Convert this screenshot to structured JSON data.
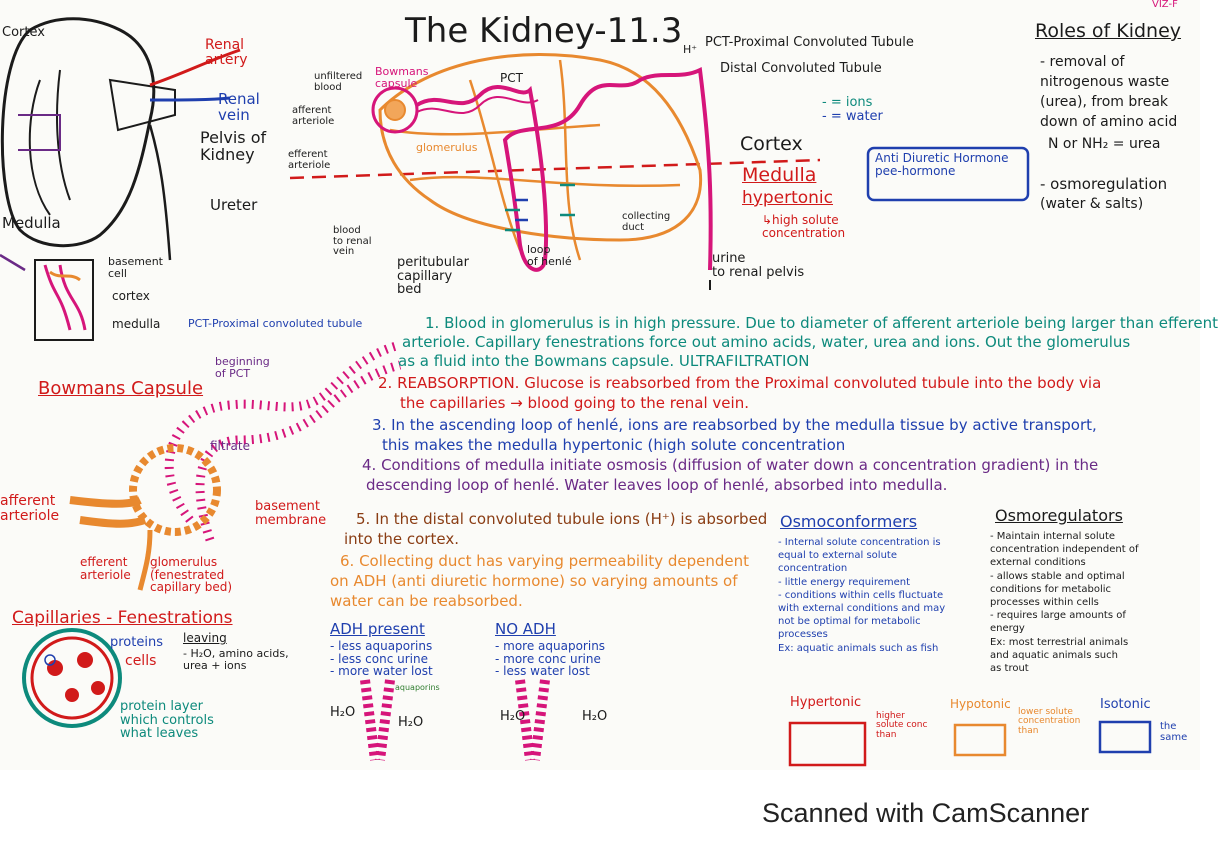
{
  "title": "The Kidney-11.3",
  "corner_logo": "VIZ-F",
  "kidney": {
    "cortex": "Cortex",
    "renal_artery": "Renal\nartery",
    "renal_vein": "Renal\nvein",
    "pelvis": "Pelvis of\nKidney",
    "ureter": "Ureter",
    "medulla": "Medulla",
    "basement_cell": "basement\ncell",
    "cortex2": "cortex",
    "medulla2": "medulla",
    "pct_note": "PCT-Proximal convoluted tubule"
  },
  "nephron": {
    "unfiltered_blood": "unfiltered\nblood",
    "bowmans_capsule": "Bowmans\ncapsule",
    "pct": "PCT",
    "afferent": "afferent\narteriole",
    "glomerulus": "glomerulus",
    "efferent": "efferent\narteriole",
    "h_plus": "H⁺",
    "pct_full": "PCT-Proximal Convoluted Tubule",
    "dct_full": "Distal Convoluted Tubule",
    "ions": "- = ions",
    "water": "- = water",
    "cortex": "Cortex",
    "medulla": "Medulla",
    "hypertonic": "hypertonic",
    "high_solute": "↳high solute\nconcentration",
    "collecting_duct": "collecting\nduct",
    "loop": "loop\nof henlé",
    "urine": "urine\nto renal pelvis",
    "blood_to_vein": "blood\nto renal\nvein",
    "peritubular": "peritubular\ncapillary\nbed",
    "adh": "Anti Diuretic Hormone\npee-hormone"
  },
  "roles": {
    "title": "Roles of Kidney",
    "lines": [
      "- removal of",
      "nitrogenous waste",
      "(urea), from break",
      "down of amino acid",
      "N or NH₂ = urea",
      "- osmoregulation",
      "(water & salts)"
    ]
  },
  "steps": {
    "s1": "1. Blood in glomerulus is in high pressure. Due to diameter of afferent arteriole being larger than efferent",
    "s1b": "arteriole. Capillary fenestrations force out amino acids, water, urea and ions. Out the glomerulus",
    "s1c": "as a fluid into the Bowmans capsule. ULTRAFILTRATION",
    "s2": "2. REABSORPTION. Glucose is reabsorbed from the Proximal convoluted tubule into the body via",
    "s2b": "the capillaries → blood going to the renal vein.",
    "s3": "3. In the ascending loop of henlé, ions are reabsorbed by the medulla tissue by active transport,",
    "s3b": "this makes the medulla hypertonic (high solute concentration",
    "s4": "4. Conditions of medulla initiate osmosis (diffusion of water down a concentration gradient) in the",
    "s4b": "descending loop of henlé. Water leaves loop of henlé, absorbed into medulla.",
    "s5": "5. In the distal convoluted tubule ions (H⁺) is absorbed",
    "s5b": "into the cortex.",
    "s6": "6. Collecting duct has varying permeability dependent",
    "s6b": "on ADH (anti diuretic hormone) so varying amounts of",
    "s6c": "water can be reabsorbed."
  },
  "bowman": {
    "title": "Bowmans Capsule",
    "beginning": "beginning\nof PCT",
    "filtrate": "filtrate",
    "afferent": "afferent\narteriole",
    "basement": "basement\nmembrane",
    "efferent": "efferent\narteriole",
    "glomerulus": "glomerulus\n(fenestrated\ncapillary bed)"
  },
  "capillaries": {
    "title": "Capillaries - Fenestrations",
    "proteins": "proteins",
    "cells": "cells",
    "leaving": "leaving",
    "leaving_list": "- H₂O, amino acids,\nurea + ions",
    "protein_layer": "protein layer\nwhich controls\nwhat leaves"
  },
  "adh": {
    "present_title": "ADH present",
    "present_list": "- less aquaporins\n- less conc urine\n- more water lost",
    "aquaporins": "aquaporins",
    "no_title": "NO ADH",
    "no_list": "- more aquaporins\n- more conc urine\n- less water lost",
    "h2o": "H₂O"
  },
  "osmo": {
    "conformers_title": "Osmoconformers",
    "conformers_text": "- Internal solute concentration is\nequal to external solute\nconcentration\n- little energy requirement\n- conditions within cells fluctuate\nwith external conditions and may\nnot be optimal for metabolic\nprocesses\nEx: aquatic animals such as fish",
    "regulators_title": "Osmoregulators",
    "regulators_text": "- Maintain internal solute\nconcentration independent of\nexternal conditions\n- allows stable and optimal\nconditions for metabolic\nprocesses within cells\n- requires large amounts of\nenergy\nEx: most terrestrial animals\nand aquatic animals such\nas trout",
    "hypertonic": "Hypertonic",
    "hyper_note": "higher\nsolute conc\nthan",
    "hypotonic": "Hypotonic",
    "hypo_note": "lower solute\nconcentration\nthan",
    "isotonic": "Isotonic",
    "iso_note": "the\nsame"
  },
  "footer": "Scanned with CamScanner"
}
